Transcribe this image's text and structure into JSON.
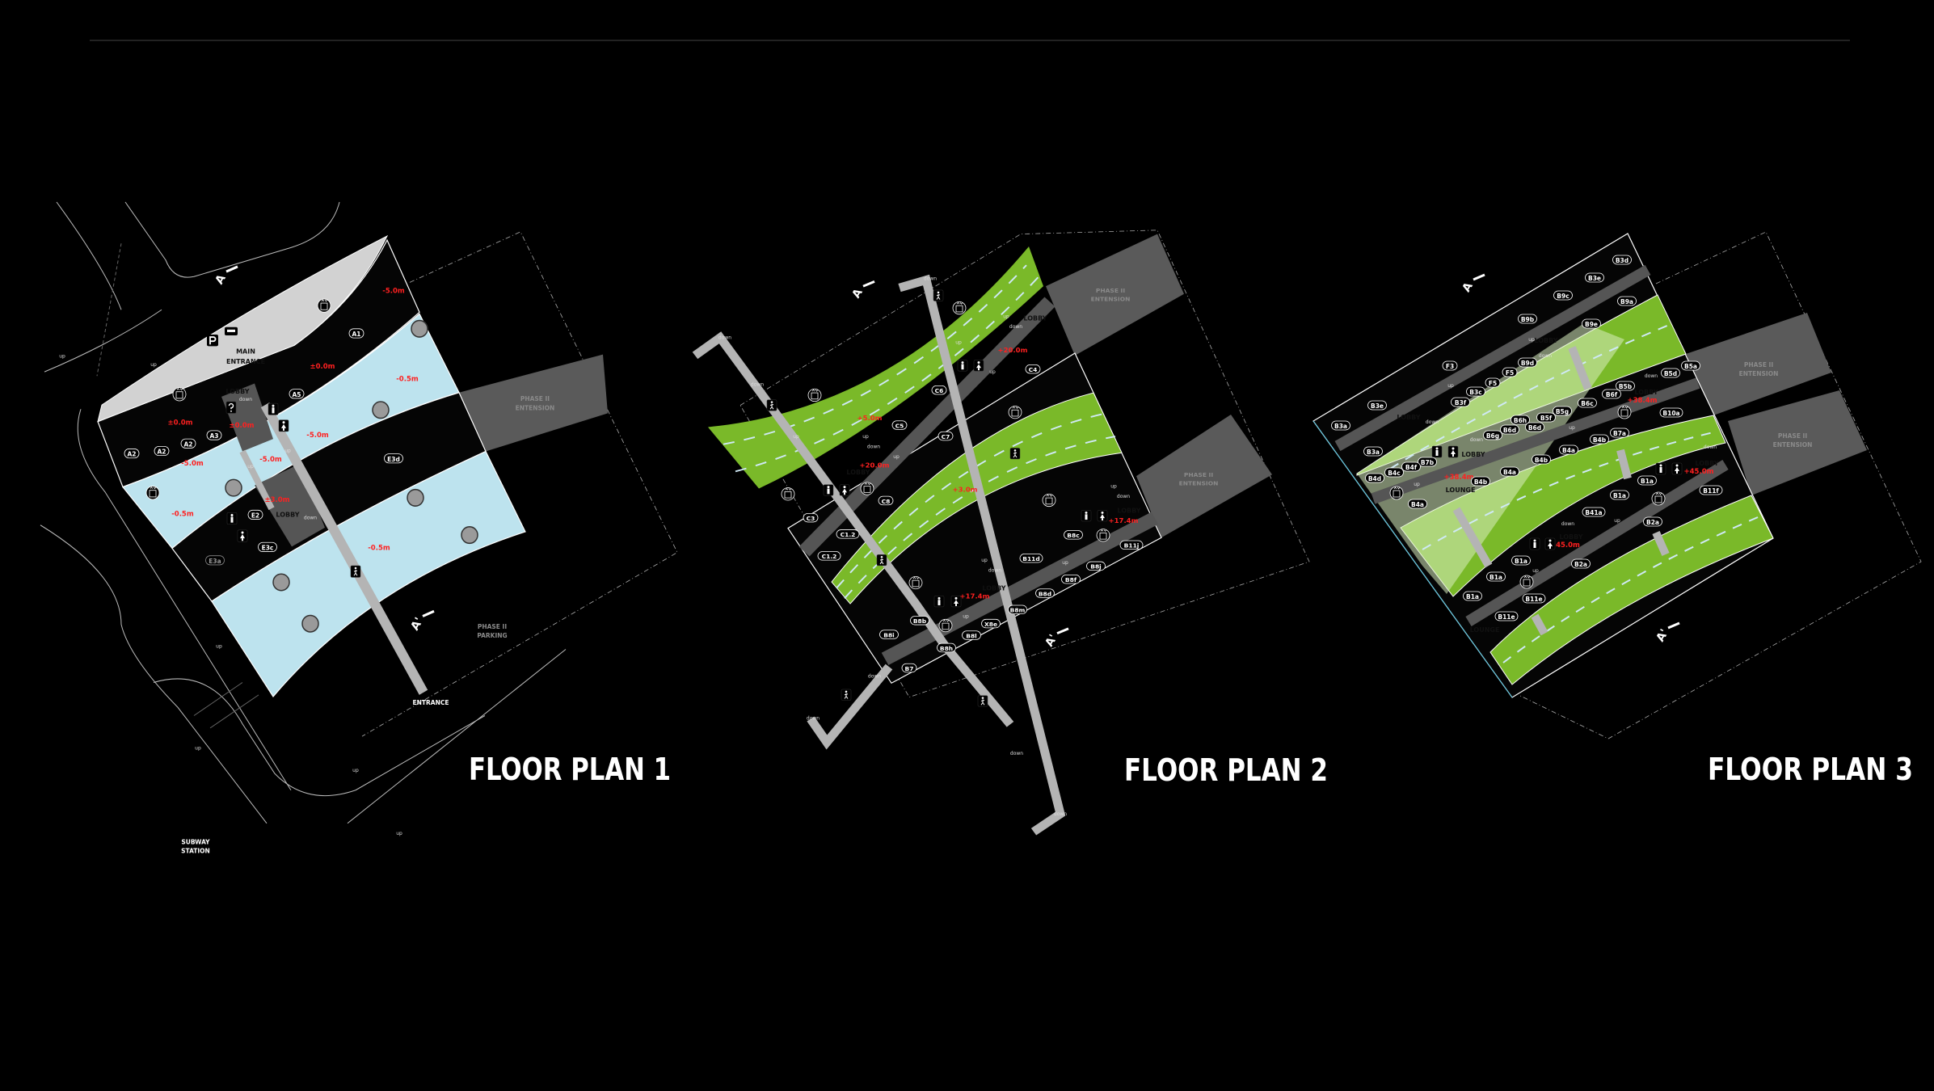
{
  "colors": {
    "background": "#000000",
    "green_roof": "#7ab929",
    "light_green": "#b9dc8e",
    "water_blue": "#bde3ee",
    "elevation_red": "#ff2020",
    "corridor_gray": "#555555",
    "phase_gray": "#5a5a5a",
    "parking_gray": "#d2d2d2",
    "walkway_gray": "#b4b4b4"
  },
  "plans": [
    {
      "title": "FLOOR PLAN 1",
      "labels": [
        "A",
        "A'",
        "MAIN",
        "ENTRANCE",
        "LOBBY",
        "down",
        "LOBBY",
        "down",
        "A1",
        "A5",
        "A2",
        "A2",
        "A2",
        "A3",
        "E3d",
        "E2",
        "E3c",
        "E3a",
        "-5.0m",
        "±0.0m",
        "-0.5m",
        "±0.0m",
        "±0.0m",
        "-5.0m",
        "-5.0m",
        "-5.0m",
        "±3.0m",
        "-0.5m",
        "-0.5m",
        "up",
        "up",
        "up",
        "up",
        "up",
        "up",
        "up",
        "up",
        "ENTRANCE",
        "PHASE II",
        "ENTENSION",
        "PHASE II",
        "PARKING",
        "SUBWAY",
        "STATION"
      ],
      "icons": [
        "elevator-icon",
        "elevator-icon",
        "elevator-icon",
        "male-restroom-icon",
        "female-restroom-icon",
        "male-restroom-icon",
        "female-restroom-icon",
        "pedestrian-icon",
        "information-icon",
        "parking-icon",
        "bus-icon"
      ]
    },
    {
      "title": "FLOOR PLAN 2",
      "labels": [
        "A",
        "A'",
        "LOBBY",
        "LOBBY",
        "LOBBY",
        "LOBBY",
        "+20.0m",
        "+20.0m",
        "+5.0m",
        "+3.0m",
        "+17.4m",
        "+17.4m",
        "C4",
        "C6",
        "C5",
        "C7",
        "C8",
        "C3",
        "C1.2",
        "C1.2",
        "B8c",
        "B11d",
        "B11j",
        "B8j",
        "B8f",
        "B8d",
        "B8m",
        "X8e",
        "B8b",
        "B8i",
        "B8l",
        "B8h",
        "B7",
        "down",
        "down",
        "down",
        "up",
        "up",
        "down",
        "up",
        "up",
        "up",
        "down",
        "up",
        "up",
        "down",
        "up",
        "down",
        "up",
        "up",
        "down",
        "down",
        "down",
        "down",
        "PHASE II",
        "ENTENSION",
        "PHASE II",
        "ENTENSION"
      ],
      "icons": [
        "elevator-icon",
        "elevator-icon",
        "elevator-icon",
        "elevator-icon",
        "elevator-icon",
        "elevator-icon",
        "elevator-icon",
        "elevator-icon",
        "elevator-icon",
        "male-restroom-icon",
        "female-restroom-icon",
        "male-restroom-icon",
        "female-restroom-icon",
        "male-restroom-icon",
        "female-restroom-icon",
        "male-restroom-icon",
        "female-restroom-icon",
        "pedestrian-icon",
        "pedestrian-icon",
        "pedestrian-icon",
        "pedestrian-icon",
        "pedestrian-icon",
        "pedestrian-icon"
      ]
    },
    {
      "title": "FLOOR PLAN 3",
      "labels": [
        "A",
        "A'",
        "B3d",
        "B3e",
        "B9c",
        "B9a",
        "B9b",
        "B9e",
        "LOBBY",
        "F3",
        "B9d",
        "F5",
        "F5",
        "B3c",
        "B3f",
        "B3e",
        "B3a",
        "LOBBY",
        "B3a",
        "B5a",
        "B5d",
        "B5b",
        "LOBBY",
        "+38.4m",
        "B6f",
        "B6c",
        "B5g",
        "B5f",
        "B6h",
        "B6d",
        "B6d",
        "B6g",
        "B10a",
        "B7a",
        "B4b",
        "B4a",
        "B4b",
        "LOBBY",
        "B7b",
        "B4f",
        "B4c",
        "B4d",
        "B4a",
        "+38.4m",
        "B4b",
        "LOUNGE",
        "B4a",
        "LOBBY",
        "+45.0m",
        "B1a",
        "B11f",
        "B1a",
        "B41a",
        "B2a",
        "LOBBY",
        "45.0m",
        "B1a",
        "B2a",
        "B1a",
        "B1a",
        "B11e",
        "B11e",
        "LOUNGE",
        "up",
        "up",
        "down",
        "down",
        "down",
        "up",
        "up",
        "down",
        "down",
        "up",
        "down",
        "up",
        "PHASE II",
        "ENTENSION",
        "PHASE II",
        "ENTENSION"
      ],
      "icons": [
        "elevator-icon",
        "elevator-icon",
        "elevator-icon",
        "elevator-icon",
        "male-restroom-icon",
        "female-restroom-icon",
        "male-restroom-icon",
        "female-restroom-icon",
        "male-restroom-icon",
        "female-restroom-icon"
      ]
    }
  ]
}
